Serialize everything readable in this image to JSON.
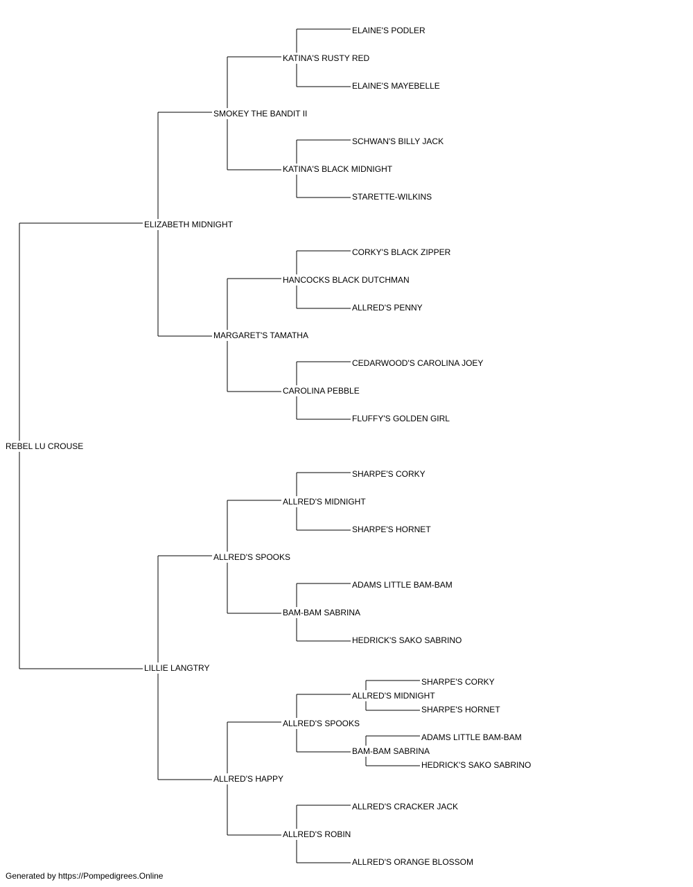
{
  "pedigree": {
    "root": "REBEL LU CROUSE",
    "sire": {
      "name": "ELIZABETH MIDNIGHT",
      "sire": {
        "name": "SMOKEY THE BANDIT II",
        "sire": {
          "name": "KATINA'S RUSTY RED",
          "sire": "ELAINE'S PODLER",
          "dam": "ELAINE'S MAYEBELLE"
        },
        "dam": {
          "name": "KATINA'S BLACK MIDNIGHT",
          "sire": "SCHWAN'S BILLY JACK",
          "dam": "STARETTE-WILKINS"
        }
      },
      "dam": {
        "name": "MARGARET'S TAMATHA",
        "sire": {
          "name": "HANCOCKS BLACK DUTCHMAN",
          "sire": "CORKY'S BLACK ZIPPER",
          "dam": "ALLRED'S PENNY"
        },
        "dam": {
          "name": "CAROLINA PEBBLE",
          "sire": "CEDARWOOD'S CAROLINA JOEY",
          "dam": "FLUFFY'S GOLDEN GIRL"
        }
      }
    },
    "dam": {
      "name": "LILLIE LANGTRY",
      "sire": {
        "name": "ALLRED'S SPOOKS",
        "sire": {
          "name": "ALLRED'S MIDNIGHT",
          "sire": "SHARPE'S CORKY",
          "dam": "SHARPE'S HORNET"
        },
        "dam": {
          "name": "BAM-BAM SABRINA",
          "sire": "ADAMS LITTLE BAM-BAM",
          "dam": "HEDRICK'S SAKO SABRINO"
        }
      },
      "dam": {
        "name": "ALLRED'S HAPPY",
        "sire": {
          "name": "ALLRED'S SPOOKS",
          "sire": {
            "name": "ALLRED'S MIDNIGHT",
            "sire": "SHARPE'S CORKY",
            "dam": "SHARPE'S HORNET"
          },
          "dam": {
            "name": "BAM-BAM SABRINA",
            "sire": "ADAMS LITTLE BAM-BAM",
            "dam": "HEDRICK'S SAKO SABRINO"
          }
        },
        "dam": {
          "name": "ALLRED'S ROBIN",
          "sire": "ALLRED'S CRACKER JACK",
          "dam": "ALLRED'S ORANGE BLOSSOM"
        }
      }
    }
  },
  "footer": {
    "credit": "Generated by https://Pompedigrees.Online"
  },
  "colors": {
    "line": "#000000",
    "text": "#000000",
    "background": "#ffffff"
  }
}
